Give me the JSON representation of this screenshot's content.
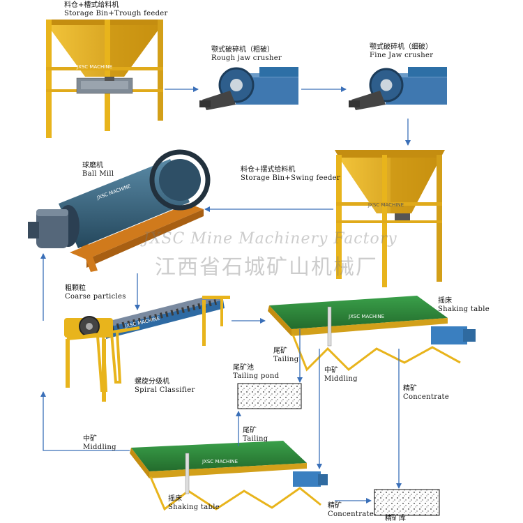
{
  "labels": {
    "storage_bin_trough": {
      "zh": "料仓+槽式给料机",
      "en": "Storage Bin+Trough feeder"
    },
    "rough_jaw": {
      "zh": "颚式破碎机（粗破）",
      "en": "Rough jaw crusher"
    },
    "fine_jaw": {
      "zh": "颚式破碎机（细破）",
      "en": "Fine Jaw crusher"
    },
    "storage_bin_swing": {
      "zh": "料仓+摆式给料机",
      "en": "Storage Bin+Swing feeder"
    },
    "ball_mill": {
      "zh": "球磨机",
      "en": "Ball Mill"
    },
    "coarse": {
      "zh": "粗颗粒",
      "en": "Coarse particles"
    },
    "spiral": {
      "zh": "螺旋分级机",
      "en": "Spiral Classifier"
    },
    "shaking_top": {
      "zh": "摇床",
      "en": "Shaking table"
    },
    "tailing_top": {
      "zh": "尾矿",
      "en": "Tailing"
    },
    "middling_top": {
      "zh": "中矿",
      "en": "Middling"
    },
    "tailing_pond": {
      "zh": "尾矿池",
      "en": "Tailing pond"
    },
    "concentrate_top": {
      "zh": "精矿",
      "en": "Concentrate"
    },
    "tailing_bottom": {
      "zh": "尾矿",
      "en": "Tailing"
    },
    "middling_left": {
      "zh": "中矿",
      "en": "Middling"
    },
    "shaking_bottom": {
      "zh": "摇床",
      "en": "Shaking table"
    },
    "concentrate_bottom": {
      "zh": "精矿",
      "en": "Concentrate"
    },
    "concentrate_store": {
      "zh": "精矿库"
    }
  },
  "watermark": {
    "en": "JXSC Mine Machinery Factory",
    "zh": "江西省石城矿山机械厂",
    "brand": "JXSC MACHINE"
  },
  "colors": {
    "bin_yellow": "#e8b41c",
    "bin_shade": "#c48d10",
    "machine_blue": "#2d6fa6",
    "mill_body": "#3c6b86",
    "frame_orange": "#d07a1c",
    "table_green": "#2f8a3a",
    "arrow_blue": "#3a6fb8"
  }
}
